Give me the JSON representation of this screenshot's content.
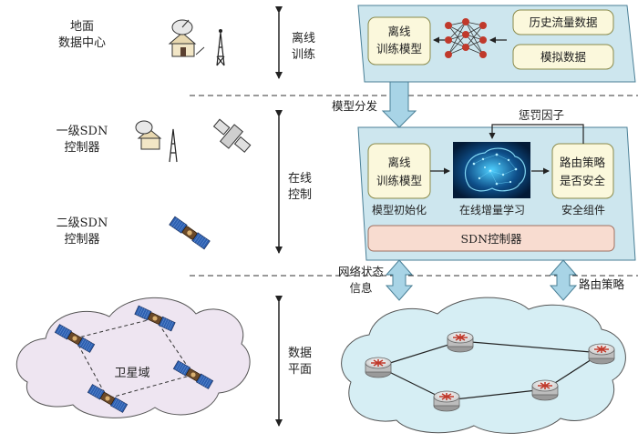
{
  "left_labels": {
    "ground_line1": "地面",
    "ground_line2": "数据中心",
    "sdn1_line1": "一级SDN",
    "sdn1_line2": "控制器",
    "sdn2_line1": "二级SDN",
    "sdn2_line2": "控制器",
    "satellite_domain": "卫星域"
  },
  "phases": {
    "offline_line1": "离线",
    "offline_line2": "训练",
    "online_line1": "在线",
    "online_line2": "控制",
    "data_line1": "数据",
    "data_line2": "平面"
  },
  "offline_panel": {
    "model_line1": "离线",
    "model_line2": "训练模型",
    "history_data": "历史流量数据",
    "simulated_data": "模拟数据"
  },
  "transitions": {
    "model_distribution": "模型分发",
    "penalty_factor": "惩罚因子",
    "network_state_line1": "网络状态",
    "network_state_line2": "信息",
    "routing_policy": "路由策略"
  },
  "online_panel": {
    "model_line1": "离线",
    "model_line2": "训练模型",
    "model_caption": "模型初始化",
    "learning_caption": "在线增量学习",
    "safety_line1": "路由策略",
    "safety_line2": "是否安全",
    "safety_caption": "安全组件",
    "sdn_controller": "SDN控制器"
  },
  "colors": {
    "panel_blue": "#cde6ee",
    "panel_stroke": "#4a7f96",
    "box_cream": "#fbf8dc",
    "box_stroke": "#8a8a4a",
    "sdn_bar": "#f8dcd0",
    "cloud_pink": "#eee5f1",
    "cloud_blue": "#d6eef4",
    "arrow_blue": "#a8d4e6",
    "node_red": "#c0392b"
  }
}
